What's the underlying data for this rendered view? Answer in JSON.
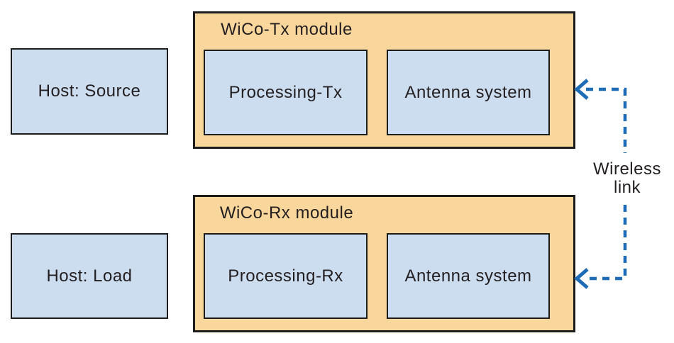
{
  "colors": {
    "module_fill": "#f9d69c",
    "inner_fill": "#cdddf0",
    "outline": "#1c1c1c",
    "link_color": "#1e6cb5",
    "text_color": "#231f20",
    "background": "#ffffff"
  },
  "tx_row": {
    "host_label": "Host: Source",
    "module_title": "WiCo-Tx module",
    "processing_label": "Processing-Tx",
    "antenna_label": "Antenna system"
  },
  "rx_row": {
    "host_label": "Host: Load",
    "module_title": "WiCo-Rx module",
    "processing_label": "Processing-Rx",
    "antenna_label": "Antenna system"
  },
  "wireless_link": {
    "line1": "Wireless",
    "line2": "link"
  }
}
